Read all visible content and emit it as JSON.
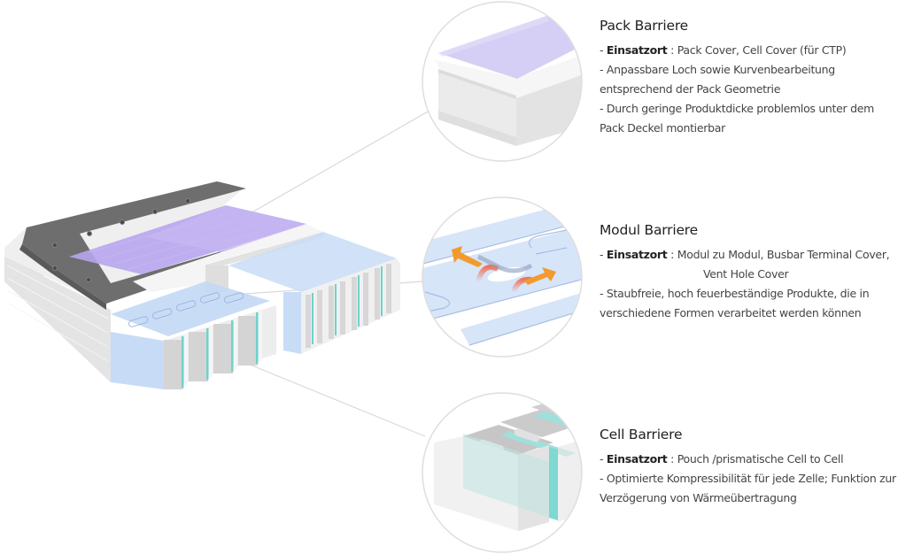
{
  "sections": [
    {
      "title": "Pack Barriere",
      "location_label": "Einsatzort",
      "location_value": "Pack Cover, Cell Cover (für CTP)",
      "location_cont": "",
      "points": [
        [
          "- Anpassbare Loch  sowie Kurvenbearbeitung",
          "entsprechend der Pack Geometrie"
        ],
        [
          "- Durch geringe Produktdicke problemlos unter dem",
          "Pack Deckel montierbar"
        ]
      ]
    },
    {
      "title": "Modul Barriere",
      "location_label": "Einsatzort",
      "location_value": "Modul zu Modul, Busbar Terminal Cover,",
      "location_cont": "Vent Hole Cover",
      "points": [
        [
          "- Staubfreie, hoch feuerbeständige Produkte, die in",
          "verschiedene Formen verarbeitet werden können"
        ]
      ]
    },
    {
      "title": "Cell Barriere",
      "location_label": "Einsatzort",
      "location_value": "Pouch /prismatische Cell to Cell",
      "location_cont": "",
      "points": [
        [
          "- Optimierte Kompressibilität für jede Zelle; Funktion zur",
          "Verzögerung von Wärmeübertragung"
        ]
      ]
    }
  ],
  "prefix": "- ",
  "separator": " : ",
  "colors": {
    "pack_barrier": "#b9a8ec",
    "module_barrier": "#cfe0f7",
    "cell_barrier": "#7fd8d2",
    "housing": "#e6e6e6",
    "cover": "#6f6f6f",
    "circle_border": "#dddddd",
    "leader_line": "#d6d6d6",
    "arrow": "#f29a2e"
  }
}
